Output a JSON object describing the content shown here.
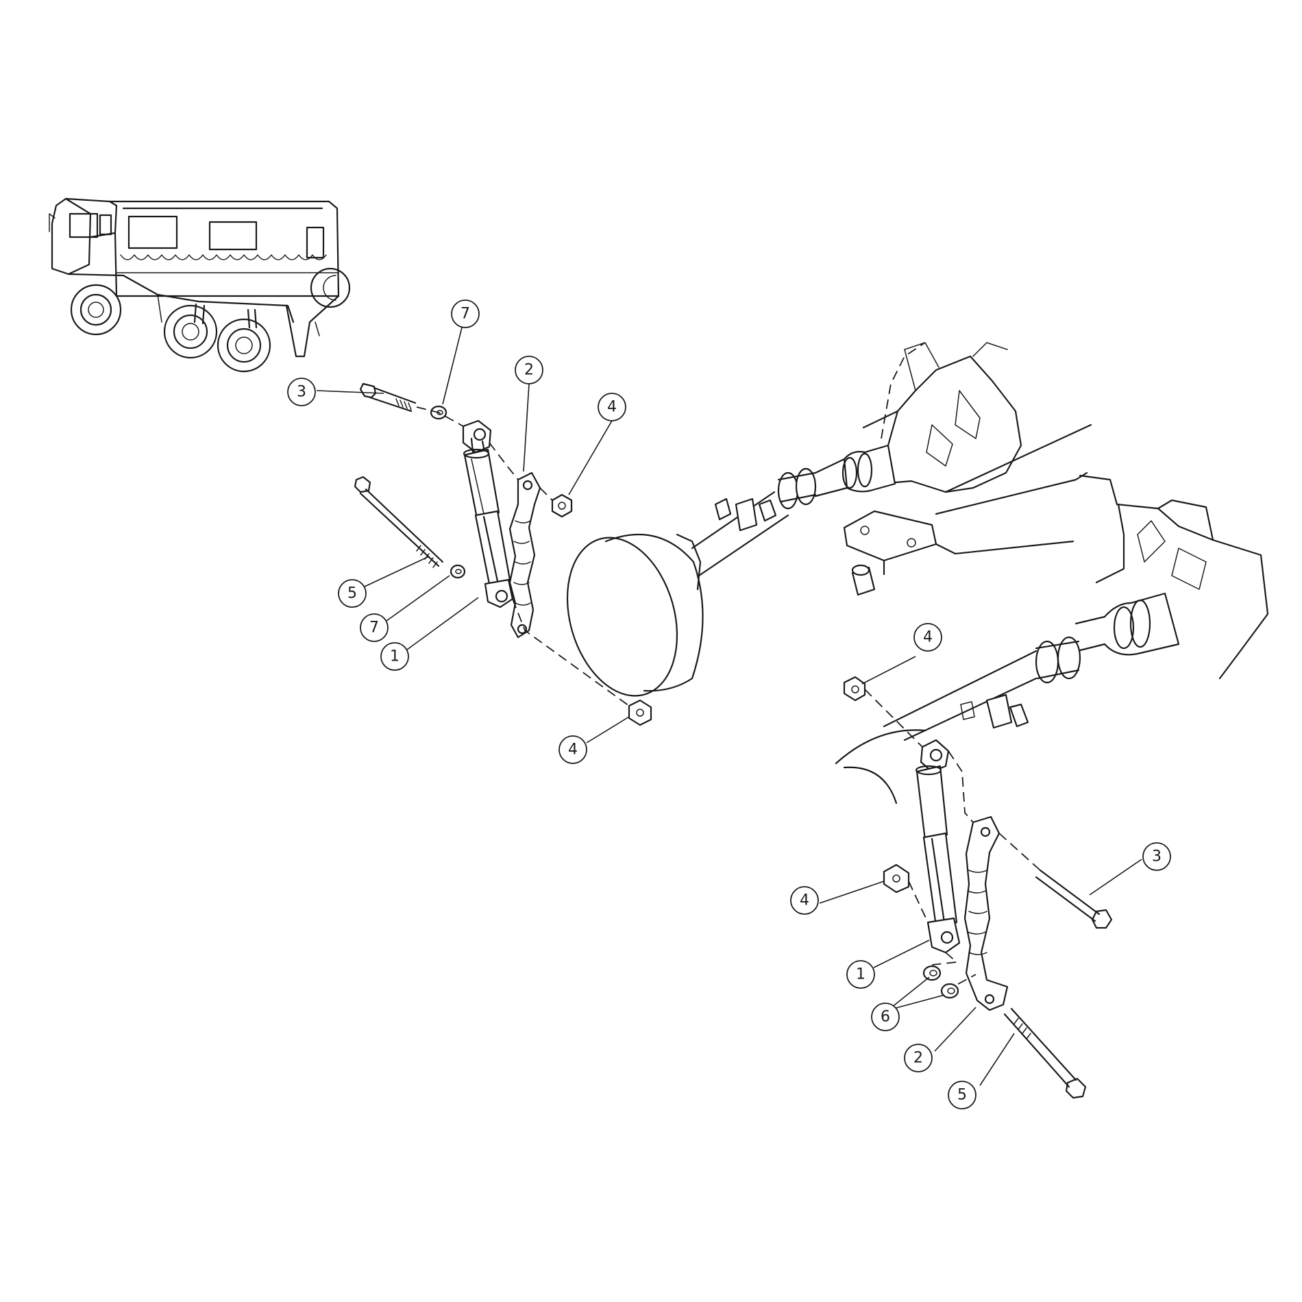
{
  "callouts": [
    {
      "id": "c7-top",
      "label": "7"
    },
    {
      "id": "c2-top",
      "label": "2"
    },
    {
      "id": "c4-topright",
      "label": "4"
    },
    {
      "id": "c3-top",
      "label": "3"
    },
    {
      "id": "c5-left",
      "label": "5"
    },
    {
      "id": "c7-left",
      "label": "7"
    },
    {
      "id": "c1-left",
      "label": "1"
    },
    {
      "id": "c4-bottomleft",
      "label": "4"
    },
    {
      "id": "c4-right-upper",
      "label": "4"
    },
    {
      "id": "c3-right",
      "label": "3"
    },
    {
      "id": "c4-right-mid",
      "label": "4"
    },
    {
      "id": "c1-right",
      "label": "1"
    },
    {
      "id": "c6-right",
      "label": "6"
    },
    {
      "id": "c2-right",
      "label": "2"
    },
    {
      "id": "c5-right",
      "label": "5"
    }
  ]
}
